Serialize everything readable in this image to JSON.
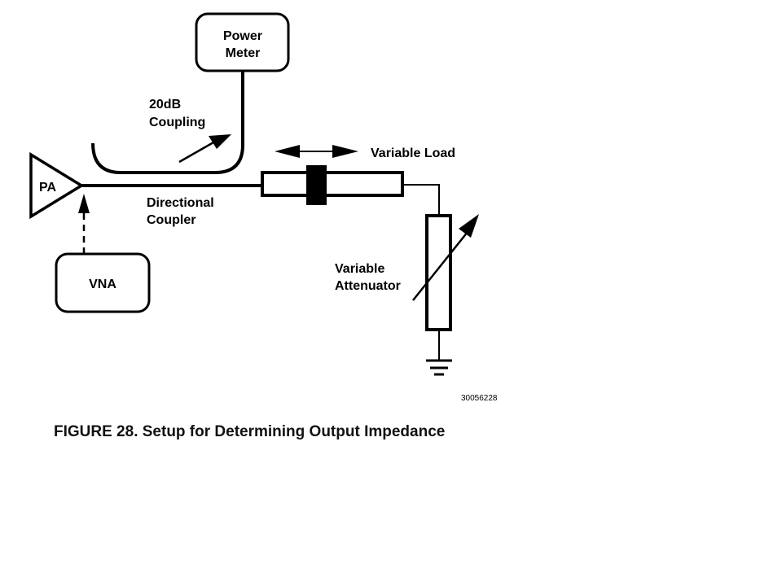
{
  "diagram": {
    "labels": {
      "power_meter_line1": "Power",
      "power_meter_line2": "Meter",
      "coupling_line1": "20dB",
      "coupling_line2": "Coupling",
      "pa": "PA",
      "directional_line1": "Directional",
      "directional_line2": "Coupler",
      "vna": "VNA",
      "variable_load": "Variable Load",
      "attenuator_line1": "Variable",
      "attenuator_line2": "Attenuator"
    },
    "figure_id": "30056228",
    "caption": "FIGURE 28. Setup for Determining Output Impedance",
    "colors": {
      "stroke": "#000000",
      "background": "#ffffff"
    }
  }
}
